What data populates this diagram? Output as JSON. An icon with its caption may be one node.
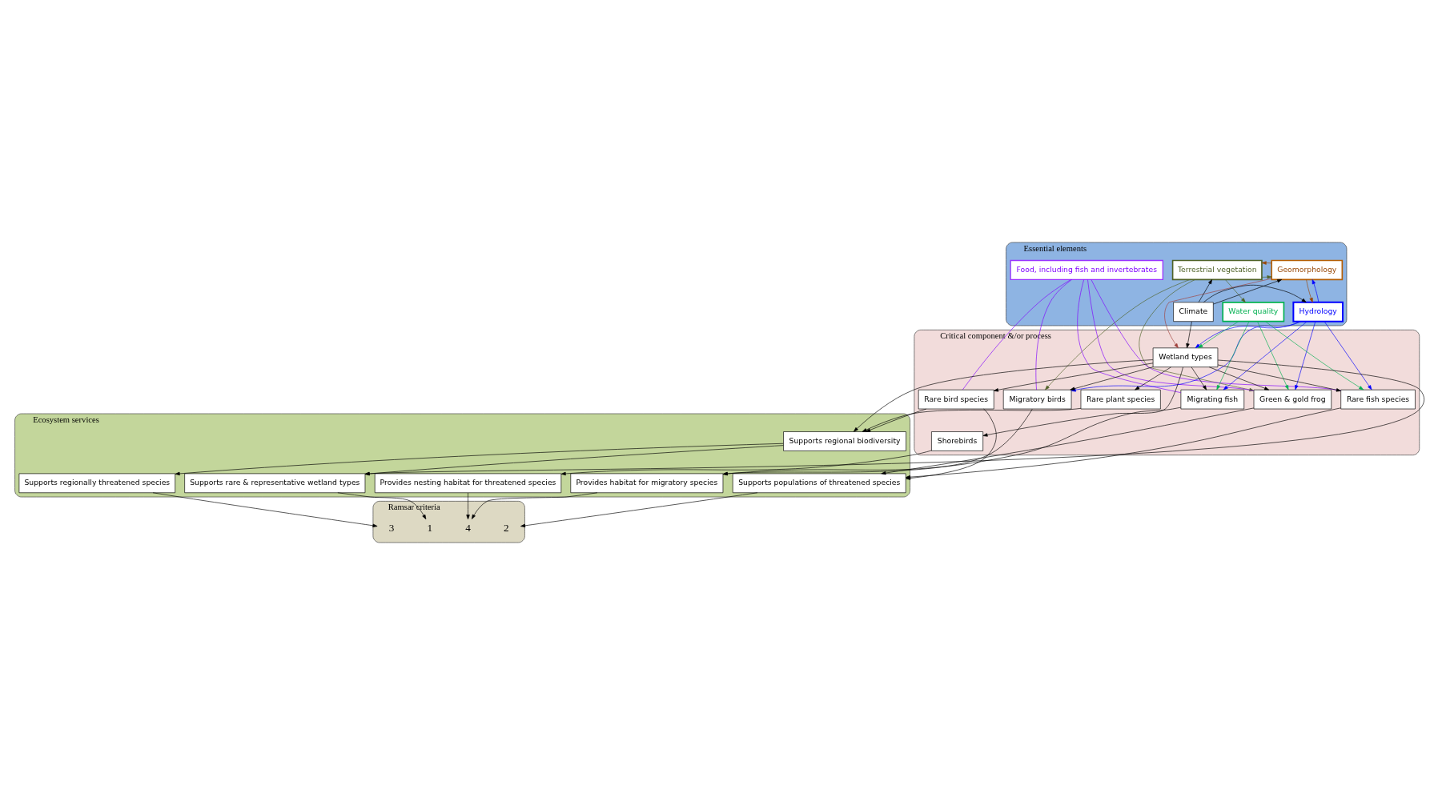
{
  "diagram": {
    "nodes": [
      {
        "text": [
          "Essential elements"
        ]
      },
      {
        "text": [
          "Terrestrial vegetation"
        ],
        "in": 0
      },
      {
        "text": [
          "Geomorphology"
        ],
        "in": 0
      },
      {
        "text": [
          "Food, including fish and invertebrates"
        ],
        "in": 0
      },
      {
        "text": [
          "Climate"
        ],
        "in": 0
      },
      {
        "text": [
          "Hydrology"
        ],
        "in": 0
      },
      {
        "text": [
          "Water quality"
        ],
        "in": 0
      },
      {
        "text": [
          "Critical component &/or process"
        ]
      },
      {
        "text": [
          "Wetland types"
        ],
        "in": 7
      },
      {
        "text": [
          "Rare plant species"
        ],
        "in": 7
      },
      {
        "text": [
          "Rare bird species"
        ],
        "in": 7
      },
      {
        "text": [
          "Rare fish species"
        ],
        "in": 7
      },
      {
        "text": [
          "Green & gold frog"
        ],
        "in": 7
      },
      {
        "text": [
          "Migratory birds"
        ],
        "in": 7
      },
      {
        "text": [
          "Migrating fish"
        ],
        "in": 7
      },
      {
        "text": [
          "Shorebirds"
        ],
        "in": 7
      },
      {
        "text": [
          "Ecosystem services"
        ]
      },
      {
        "text": [
          "Supports regional biodiversity"
        ],
        "in": 16
      },
      {
        "text": [
          "Supports rare & representative wetland types"
        ],
        "in": 16
      },
      {
        "text": [
          "Supports regionally threatened species"
        ],
        "in": 16
      },
      {
        "text": [
          "Supports populations of threatened species"
        ],
        "in": 16
      },
      {
        "text": [
          "Provides nesting habitat for threatened species"
        ],
        "in": 16
      },
      {
        "text": [
          "Provides habitat for migratory species"
        ],
        "in": 16
      },
      {
        "text": [
          "Ramsar criteria"
        ]
      },
      {
        "text": [
          "1"
        ],
        "in": 23
      },
      {
        "text": [
          "3"
        ],
        "in": 23
      },
      {
        "text": [
          "2"
        ],
        "in": 23
      },
      {
        "text": [
          "4"
        ],
        "in": 23
      }
    ],
    "edges": [
      {
        "from": 4,
        "to": 1,
        "arrow": "to"
      },
      {
        "from": 4,
        "to": 5,
        "arrow": "to"
      },
      {
        "from": 4,
        "to": 2,
        "arrow": "to"
      },
      {
        "from": 4,
        "to": 8,
        "arrow": "to"
      },
      {
        "from": 1,
        "to": 2,
        "arrow": "to",
        "color": "#4f6228"
      },
      {
        "from": 2,
        "to": 1,
        "arrow": "to",
        "color": "#984807"
      },
      {
        "from": 1,
        "to": 6,
        "arrow": "to",
        "color": "#4f6228"
      },
      {
        "from": 1,
        "to": 12,
        "arrow": "to",
        "color": "#4f6228"
      },
      {
        "from": 1,
        "to": 13,
        "arrow": "to",
        "color": "#4f6228"
      },
      {
        "from": 2,
        "to": 8,
        "arrow": "to",
        "color": "#a0413c"
      },
      {
        "from": 2,
        "to": 5,
        "arrow": "to",
        "color": "#984807"
      },
      {
        "from": 5,
        "to": 2,
        "arrow": "to",
        "color": "#0000ff"
      },
      {
        "from": 5,
        "to": 8,
        "arrow": "to",
        "color": "#0000ff"
      },
      {
        "from": 5,
        "to": 11,
        "arrow": "to",
        "color": "#0000ff"
      },
      {
        "from": 5,
        "to": 12,
        "arrow": "to",
        "color": "#0000ff"
      },
      {
        "from": 5,
        "to": 13,
        "arrow": "to",
        "color": "#0000ff"
      },
      {
        "from": 5,
        "to": 14,
        "arrow": "to",
        "color": "#0000ff"
      },
      {
        "from": 6,
        "to": 8,
        "arrow": "to",
        "color": "#00b050"
      },
      {
        "from": 6,
        "to": 11,
        "arrow": "to",
        "color": "#00b050"
      },
      {
        "from": 6,
        "to": 12,
        "arrow": "to",
        "color": "#00b050"
      },
      {
        "from": 6,
        "to": 14,
        "arrow": "to",
        "color": "#00b050"
      },
      {
        "from": 3,
        "to": 14,
        "arrow": "none",
        "color": "#7f00ff"
      },
      {
        "from": 3,
        "to": 13,
        "arrow": "none",
        "color": "#7f00ff"
      },
      {
        "from": 3,
        "to": 12,
        "arrow": "none",
        "color": "#7f00ff"
      },
      {
        "from": 3,
        "to": 11,
        "arrow": "none",
        "color": "#7f00ff"
      },
      {
        "from": 3,
        "to": 10,
        "arrow": "none",
        "color": "#7f00ff"
      },
      {
        "from": 8,
        "to": 9,
        "arrow": "to"
      },
      {
        "from": 8,
        "to": 10,
        "arrow": "to"
      },
      {
        "from": 8,
        "to": 11,
        "arrow": "to"
      },
      {
        "from": 8,
        "to": 12,
        "arrow": "to"
      },
      {
        "from": 8,
        "to": 15,
        "arrow": "to"
      },
      {
        "from": 8,
        "to": 13,
        "arrow": "to"
      },
      {
        "from": 8,
        "to": 14,
        "arrow": "to"
      },
      {
        "from": 8,
        "to": 18,
        "arrow": "to"
      },
      {
        "from": 8,
        "to": 17,
        "arrow": "to"
      },
      {
        "from": 9,
        "to": 17,
        "arrow": "to"
      },
      {
        "from": 10,
        "to": 17,
        "arrow": "to"
      },
      {
        "from": 10,
        "to": 20,
        "arrow": "to"
      },
      {
        "from": 11,
        "to": 20,
        "arrow": "to"
      },
      {
        "from": 12,
        "to": 20,
        "arrow": "to"
      },
      {
        "from": 15,
        "to": 21,
        "arrow": "to"
      },
      {
        "from": 13,
        "to": 22,
        "arrow": "to"
      },
      {
        "from": 14,
        "to": 22,
        "arrow": "to"
      },
      {
        "from": 17,
        "to": 18,
        "arrow": "to"
      },
      {
        "from": 17,
        "to": 19,
        "arrow": "to"
      },
      {
        "from": 18,
        "to": 24,
        "arrow": "to"
      },
      {
        "from": 19,
        "to": 25,
        "arrow": "to"
      },
      {
        "from": 20,
        "to": 26,
        "arrow": "to"
      },
      {
        "from": 21,
        "to": 27,
        "arrow": "to"
      },
      {
        "from": 22,
        "to": 27,
        "arrow": "to"
      }
    ]
  }
}
